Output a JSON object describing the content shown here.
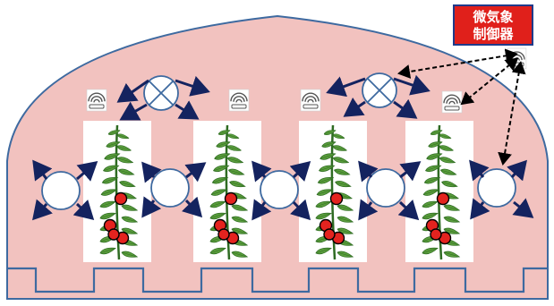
{
  "controller": {
    "line1": "微気象",
    "line2": "制御器"
  },
  "colors": {
    "greenhouse_fill": "#f2c2bf",
    "greenhouse_stroke": "#3e6aa0",
    "arrow": "#14235f",
    "fan_fill": "#ffffff",
    "plant_panel": "#ffffff",
    "leaf": "#5a9d3c",
    "leaf_dark": "#2e6b22",
    "tomato": "#e4231f",
    "controller_bg": "#e0201b",
    "controller_border": "#1f3a8a"
  },
  "icons": {
    "sensor": "wifi-router-icon",
    "fan_unit": "circulation-fan-icon",
    "duct": "air-duct-icon"
  },
  "plant_count": 4,
  "sensor_count": 5,
  "fan_count": 2,
  "duct_count": 5
}
